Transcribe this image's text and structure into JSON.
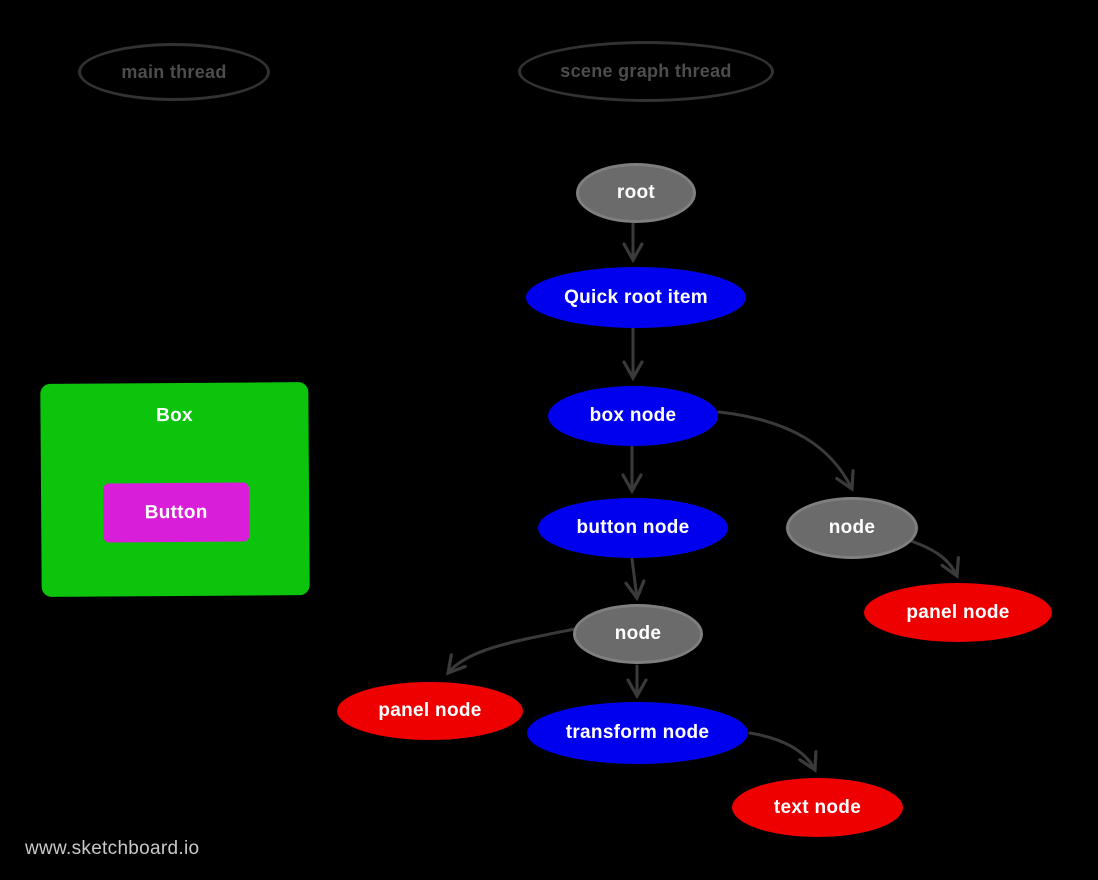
{
  "colors": {
    "background": "#000000",
    "edge": "#3a3a3a",
    "node_blue": "#0000ee",
    "node_gray": "#6b6b6b",
    "node_gray_border": "#7f7f7f",
    "node_red": "#ee0000",
    "node_text": "#ffffff",
    "thread_outline": "#323232",
    "thread_text": "#4d4d4d",
    "box_green": "#0bc40b",
    "button_magenta": "#d91ed9",
    "watermark": "#c9c9c9"
  },
  "threads": [
    {
      "label": "main thread"
    },
    {
      "label": "scene graph thread"
    }
  ],
  "ui_mock": {
    "box_label": "Box",
    "button_label": "Button"
  },
  "scene_graph": {
    "nodes": [
      {
        "id": "root",
        "label": "root",
        "color": "gray"
      },
      {
        "id": "quick-root-item",
        "label": "Quick root item",
        "color": "blue"
      },
      {
        "id": "box-node",
        "label": "box node",
        "color": "blue"
      },
      {
        "id": "button-node",
        "label": "button node",
        "color": "blue"
      },
      {
        "id": "node-upper",
        "label": "node",
        "color": "gray"
      },
      {
        "id": "panel-node-right",
        "label": "panel node",
        "color": "red"
      },
      {
        "id": "node-lower",
        "label": "node",
        "color": "gray"
      },
      {
        "id": "panel-node-left",
        "label": "panel node",
        "color": "red"
      },
      {
        "id": "transform-node",
        "label": "transform node",
        "color": "blue"
      },
      {
        "id": "text-node",
        "label": "text node",
        "color": "red"
      }
    ],
    "edges": [
      {
        "from": "root",
        "to": "quick-root-item"
      },
      {
        "from": "quick-root-item",
        "to": "box-node"
      },
      {
        "from": "box-node",
        "to": "button-node"
      },
      {
        "from": "box-node",
        "to": "node-upper"
      },
      {
        "from": "node-upper",
        "to": "panel-node-right"
      },
      {
        "from": "button-node",
        "to": "node-lower"
      },
      {
        "from": "node-lower",
        "to": "panel-node-left"
      },
      {
        "from": "node-lower",
        "to": "transform-node"
      },
      {
        "from": "transform-node",
        "to": "text-node"
      }
    ]
  },
  "watermark": {
    "text": "www.sketchboard.io"
  }
}
